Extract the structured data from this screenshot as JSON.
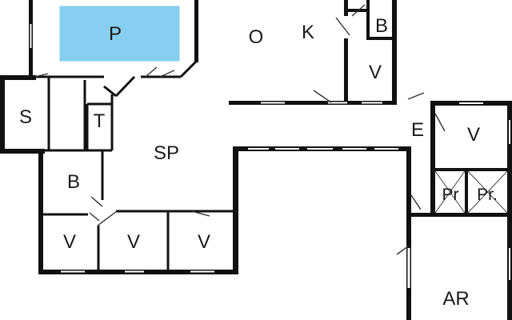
{
  "floorplan": {
    "colors": {
      "background": "#ffffff",
      "wall": "#111111",
      "pool": "#87CEF0",
      "label": "#1a1a1a"
    },
    "rooms": {
      "pool": "P",
      "living": "O",
      "kitchen": "K",
      "bath_top": "B",
      "bedroom_kitchen": "V",
      "sauna": "S",
      "toilet": "T",
      "spa": "SP",
      "bath_left": "B",
      "bedroom_bottom_1": "V",
      "bedroom_bottom_2": "V",
      "bedroom_bottom_3": "V",
      "entrance": "E",
      "bedroom_right": "V",
      "pantry_1": "Pr",
      "pantry_2": "Pr.",
      "utility": "AR"
    }
  }
}
